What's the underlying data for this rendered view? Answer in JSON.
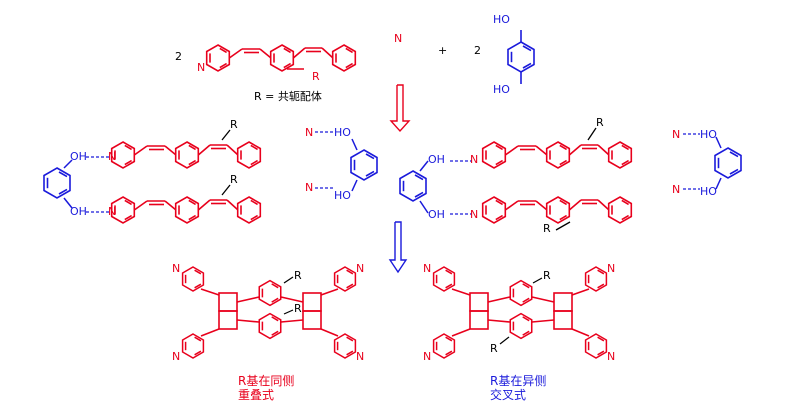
{
  "colors": {
    "red": "#e8001c",
    "blue": "#1a1adb",
    "black": "#000000",
    "arrow": "#e8001c",
    "arrow2": "#1a1adb"
  },
  "reactants": {
    "coef_left": "2",
    "plus": "+",
    "coef_right": "2",
    "r_label": "R",
    "r_definition": "R = 共轭配体",
    "ho_top": "HO",
    "ho_bottom": "HO"
  },
  "complexes": {
    "n_atom": "N",
    "oh": "OH",
    "ho": "HO",
    "r": "R"
  },
  "products": {
    "left_caption_line1": "R基在同侧",
    "left_caption_line2": "重叠式",
    "right_caption_line1": "R基在异侧",
    "right_caption_line2": "交叉式",
    "r": "R",
    "n": "N"
  }
}
